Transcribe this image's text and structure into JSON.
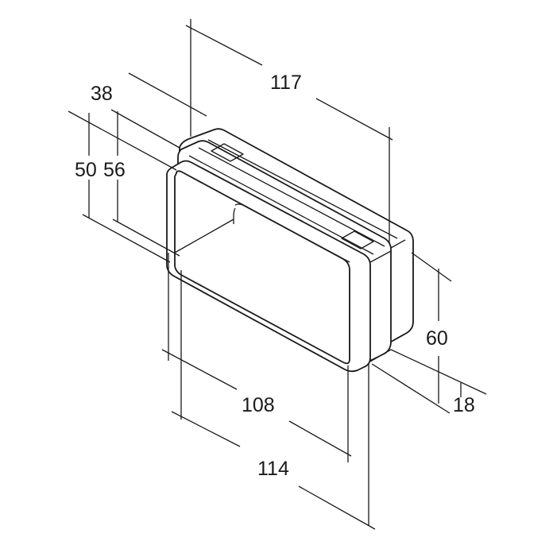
{
  "diagram": {
    "dimensions": {
      "d117": "117",
      "d38": "38",
      "d50": "50",
      "d56": "56",
      "d60": "60",
      "d18": "18",
      "d108": "108",
      "d114": "114"
    },
    "colors": {
      "line": "#1a1a1a",
      "background": "#ffffff"
    }
  }
}
